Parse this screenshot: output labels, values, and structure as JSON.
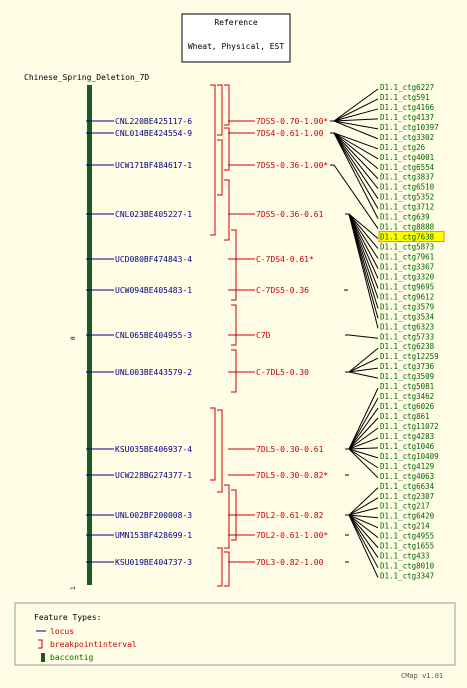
{
  "reference": {
    "title": "Reference",
    "subtitle": "Wheat, Physical, EST"
  },
  "map_title": "Chinese_Spring_Deletion_7D",
  "axis": {
    "top_label": "0",
    "bottom_label": "1"
  },
  "loci": [
    {
      "label": "CNL220BE425117-6"
    },
    {
      "label": "CNL014BE424554-9"
    },
    {
      "label": "UCW171BF484617-1"
    },
    {
      "label": "CNL023BE405227-1"
    },
    {
      "label": "UCD080BF474843-4"
    },
    {
      "label": "UCW094BE405483-1"
    },
    {
      "label": "CNL065BE404955-3"
    },
    {
      "label": "UNL003BE443579-2"
    },
    {
      "label": "KSU035BE406937-4"
    },
    {
      "label": "UCW228BG274377-1"
    },
    {
      "label": "UNL002BF200008-3"
    },
    {
      "label": "UMN153BF428699-1"
    },
    {
      "label": "KSU019BE404737-3"
    }
  ],
  "bins": [
    {
      "label": "7DS5-0.70-1.00*"
    },
    {
      "label": "7DS4-0.61-1.00"
    },
    {
      "label": "7DS5-0.36-1.00*"
    },
    {
      "label": "7DS5-0.36-0.61"
    },
    {
      "label": "C-7DS4-0.61*"
    },
    {
      "label": "C-7DS5-0.36"
    },
    {
      "label": "C7D"
    },
    {
      "label": "C-7DL5-0.30"
    },
    {
      "label": "7DL5-0.30-0.61"
    },
    {
      "label": "7DL5-0.30-0.82*"
    },
    {
      "label": "7DL2-0.61-0.82"
    },
    {
      "label": "7DL2-0.61-1.00*"
    },
    {
      "label": "7DL3-0.82-1.00"
    }
  ],
  "contigs": [
    {
      "label": "D1.1_ctg6227"
    },
    {
      "label": "D1.1_ctg591"
    },
    {
      "label": "D1.1_ctg4166"
    },
    {
      "label": "D1.1_ctg4137"
    },
    {
      "label": "D1.1_ctg10397"
    },
    {
      "label": "D1.1_ctg3302"
    },
    {
      "label": "D1.1_ctg26"
    },
    {
      "label": "D1.1_ctg4001"
    },
    {
      "label": "D1.1_ctg6554"
    },
    {
      "label": "D1.1_ctg3837"
    },
    {
      "label": "D1.1_ctg6510"
    },
    {
      "label": "D1.1_ctg5352"
    },
    {
      "label": "D1.1_ctg3712"
    },
    {
      "label": "D1.1_ctg639"
    },
    {
      "label": "D1.1_ctg8888"
    },
    {
      "label": "D1.1_ctg7638",
      "highlighted": true
    },
    {
      "label": "D1.1_ctg5873"
    },
    {
      "label": "D1.1_ctg7961"
    },
    {
      "label": "D1.1_ctg3367"
    },
    {
      "label": "D1.1_ctg3320"
    },
    {
      "label": "D1.1_ctg9695"
    },
    {
      "label": "D1.1_ctg9612"
    },
    {
      "label": "D1.1_ctg3579"
    },
    {
      "label": "D1.1_ctg3534"
    },
    {
      "label": "D1.1_ctg6323"
    },
    {
      "label": "D1.1_ctg5733"
    },
    {
      "label": "D1.1_ctg6238"
    },
    {
      "label": "D1.1_ctg12259"
    },
    {
      "label": "D1.1_ctg3736"
    },
    {
      "label": "D1.1_ctg3509"
    },
    {
      "label": "D1.1_ctg5081"
    },
    {
      "label": "D1.1_ctg3462"
    },
    {
      "label": "D1.1_ctg6026"
    },
    {
      "label": "D1.1_ctg861"
    },
    {
      "label": "D1.1_ctg11072"
    },
    {
      "label": "D1.1_ctg4283"
    },
    {
      "label": "D1.1_ctg1046"
    },
    {
      "label": "D1.1_ctg10409"
    },
    {
      "label": "D1.1_ctg4129"
    },
    {
      "label": "D1.1_ctg4063"
    },
    {
      "label": "D1.1_ctg6634"
    },
    {
      "label": "D1.1_ctg2307"
    },
    {
      "label": "D1.1_ctg217"
    },
    {
      "label": "D1.1_ctg6420"
    },
    {
      "label": "D1.1_ctg214"
    },
    {
      "label": "D1.1_ctg4955"
    },
    {
      "label": "D1.1_ctg1655"
    },
    {
      "label": "D1.1_ctg433"
    },
    {
      "label": "D1.1_ctg8010"
    },
    {
      "label": "D1.1_ctg3347"
    }
  ],
  "legend": {
    "title": "Feature Types:",
    "items": [
      {
        "label": "locus",
        "symbol": "line",
        "color": "#000080"
      },
      {
        "label": "breakpointinterval",
        "symbol": "bracket",
        "color": "#cc0000"
      },
      {
        "label": "baccontig",
        "symbol": "box",
        "color": "#1f5a1f"
      }
    ]
  },
  "footer": "CMap v1.01",
  "colors": {
    "background": "#fffde6",
    "locus": "#000080",
    "bin": "#cc0000",
    "contig": "#006600",
    "bar": "#1f5a1f",
    "highlight": "#ffff00",
    "highlight_border": "#ff8c00",
    "connector": "#000000"
  }
}
